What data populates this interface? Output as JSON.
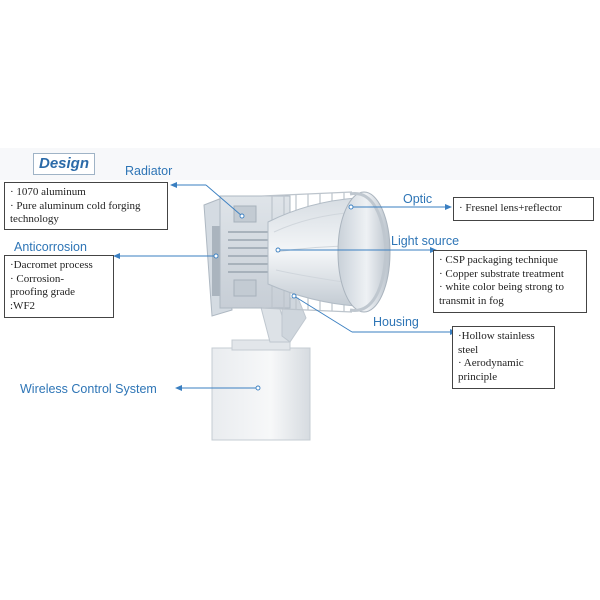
{
  "design_label": "Design",
  "radiator": {
    "label": "Radiator",
    "lines": [
      "· 1070 aluminum",
      "· Pure aluminum cold forging",
      "technology"
    ]
  },
  "optic": {
    "label": "Optic",
    "lines": [
      "· Fresnel lens+reflector"
    ]
  },
  "anticorrosion": {
    "label": "Anticorrosion",
    "lines": [
      "·Dacromet process",
      "· Corrosion-",
      "proofing grade",
      ":WF2"
    ]
  },
  "light_source": {
    "label": "Light source",
    "lines": [
      "· CSP packaging technique",
      "· Copper substrate treatment",
      "· white color being strong to",
      "transmit in fog"
    ]
  },
  "housing": {
    "label": "Housing",
    "lines": [
      "·Hollow stainless",
      "steel",
      "· Aerodynamic",
      "principle"
    ]
  },
  "wireless": {
    "label": "Wireless Control System"
  },
  "colors": {
    "label_blue": "#2e75b6",
    "connector_blue": "#3a7fc1",
    "box_border": "#444444"
  }
}
